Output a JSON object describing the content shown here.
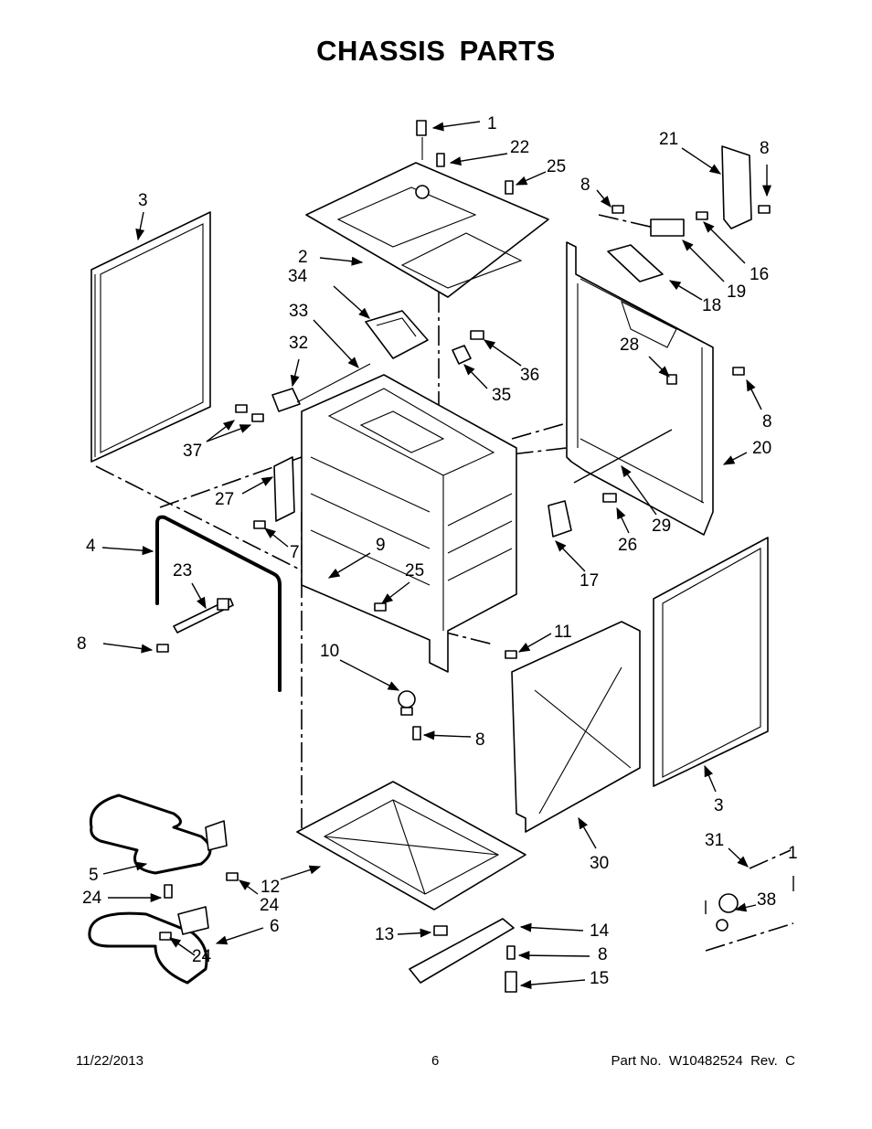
{
  "title": "CHASSIS PARTS",
  "footer": {
    "date": "11/22/2013",
    "page": "6",
    "part_number": "Part No.  W10482524  Rev.  C"
  },
  "callouts": [
    {
      "id": "c1",
      "label": "1"
    },
    {
      "id": "c22",
      "label": "22"
    },
    {
      "id": "c25a",
      "label": "25"
    },
    {
      "id": "c21",
      "label": "21"
    },
    {
      "id": "c8a",
      "label": "8"
    },
    {
      "id": "c8b",
      "label": "8"
    },
    {
      "id": "c3a",
      "label": "3"
    },
    {
      "id": "c2",
      "label": "2"
    },
    {
      "id": "c34",
      "label": "34"
    },
    {
      "id": "c33",
      "label": "33"
    },
    {
      "id": "c32",
      "label": "32"
    },
    {
      "id": "c16",
      "label": "16"
    },
    {
      "id": "c19",
      "label": "19"
    },
    {
      "id": "c18",
      "label": "18"
    },
    {
      "id": "c36",
      "label": "36"
    },
    {
      "id": "c35",
      "label": "35"
    },
    {
      "id": "c28",
      "label": "28"
    },
    {
      "id": "c8c",
      "label": "8"
    },
    {
      "id": "c37",
      "label": "37"
    },
    {
      "id": "c20",
      "label": "20"
    },
    {
      "id": "c27",
      "label": "27"
    },
    {
      "id": "c29",
      "label": "29"
    },
    {
      "id": "c26",
      "label": "26"
    },
    {
      "id": "c4",
      "label": "4"
    },
    {
      "id": "c7",
      "label": "7"
    },
    {
      "id": "c9",
      "label": "9"
    },
    {
      "id": "c23",
      "label": "23"
    },
    {
      "id": "c25b",
      "label": "25"
    },
    {
      "id": "c17",
      "label": "17"
    },
    {
      "id": "c8d",
      "label": "8"
    },
    {
      "id": "c11",
      "label": "11"
    },
    {
      "id": "c10",
      "label": "10"
    },
    {
      "id": "c8e",
      "label": "8"
    },
    {
      "id": "c3b",
      "label": "3"
    },
    {
      "id": "c31",
      "label": "31"
    },
    {
      "id": "c1b",
      "label": "1"
    },
    {
      "id": "c30",
      "label": "30"
    },
    {
      "id": "c5",
      "label": "5"
    },
    {
      "id": "c12",
      "label": "12"
    },
    {
      "id": "c24a",
      "label": "24"
    },
    {
      "id": "c24b",
      "label": "24"
    },
    {
      "id": "c38",
      "label": "38"
    },
    {
      "id": "c6",
      "label": "6"
    },
    {
      "id": "c13",
      "label": "13"
    },
    {
      "id": "c14",
      "label": "14"
    },
    {
      "id": "c24c",
      "label": "24"
    },
    {
      "id": "c8f",
      "label": "8"
    },
    {
      "id": "c15",
      "label": "15"
    }
  ]
}
